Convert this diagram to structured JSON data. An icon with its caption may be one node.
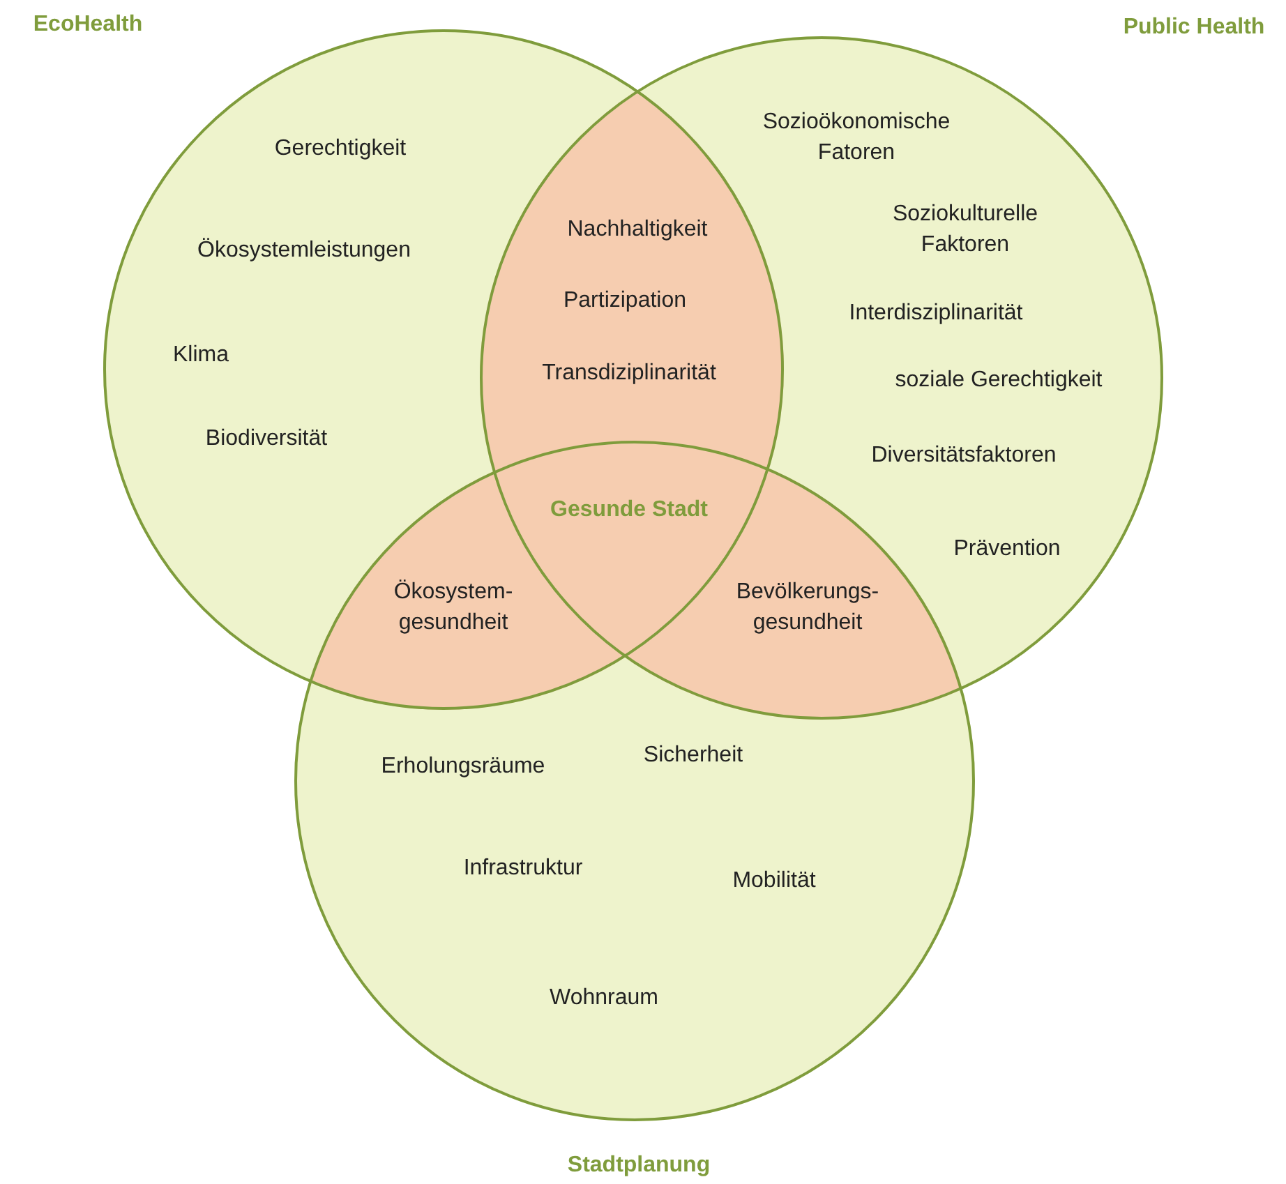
{
  "diagram": {
    "nodes": [
      {
        "text": [
          "EcoHealth"
        ]
      },
      {
        "text": [
          "Public Health"
        ]
      },
      {
        "text": [
          "Stadtplanung"
        ]
      }
    ],
    "labels": [
      "Gerechtigkeit",
      "Sozioökonomische Fatoren",
      "Nachhaltigkeit",
      "Ökosystemleistungen",
      "Soziokulturelle Faktoren",
      "Partizipation",
      "Interdisziplinarität",
      "Klima",
      "Transdiziplinarität",
      "soziale Gerechtigkeit",
      "Biodiversität",
      "Diversitätsfaktoren",
      "Gesunde Stadt",
      "Prävention",
      "Ökosystem-gesundheit",
      "Bevölkerungs-gesundheit",
      "Erholungsräume",
      "Sicherheit",
      "Infrastruktur",
      "Mobilität",
      "Wohnraum"
    ]
  }
}
